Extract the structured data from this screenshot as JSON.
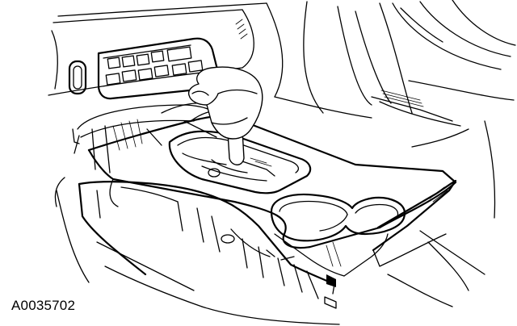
{
  "figure": {
    "id_label": "A0035702",
    "icons": [
      "gear-shift-knob-illustration",
      "center-console-illustration",
      "cup-holder-illustration",
      "climate-control-panel-illustration"
    ]
  }
}
